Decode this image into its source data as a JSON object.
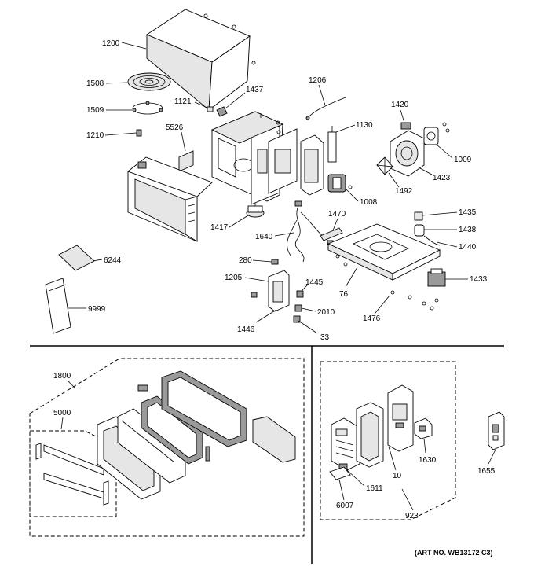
{
  "art_number": "(ART NO. WB13172 C3)",
  "labels": {
    "p1200": "1200",
    "p1508": "1508",
    "p1509": "1509",
    "p1437": "1437",
    "p1121": "1121",
    "p1206": "1206",
    "p1130": "1130",
    "p1420": "1420",
    "p1210": "1210",
    "p5526": "5526",
    "p1009": "1009",
    "p1423": "1423",
    "p1492": "1492",
    "p1008": "1008",
    "p1435": "1435",
    "p1470": "1470",
    "p1438": "1438",
    "p1417": "1417",
    "p1640": "1640",
    "p1440": "1440",
    "p6244": "6244",
    "p280": "280",
    "p1205": "1205",
    "p1445": "1445",
    "p1433": "1433",
    "p76": "76",
    "p9999": "9999",
    "p2010": "2010",
    "p1476": "1476",
    "p1446": "1446",
    "p33": "33",
    "p1800": "1800",
    "p5000": "5000",
    "p1630": "1630",
    "p1655": "1655",
    "p10": "10",
    "p1611": "1611",
    "p6007": "6007",
    "p923": "923"
  }
}
